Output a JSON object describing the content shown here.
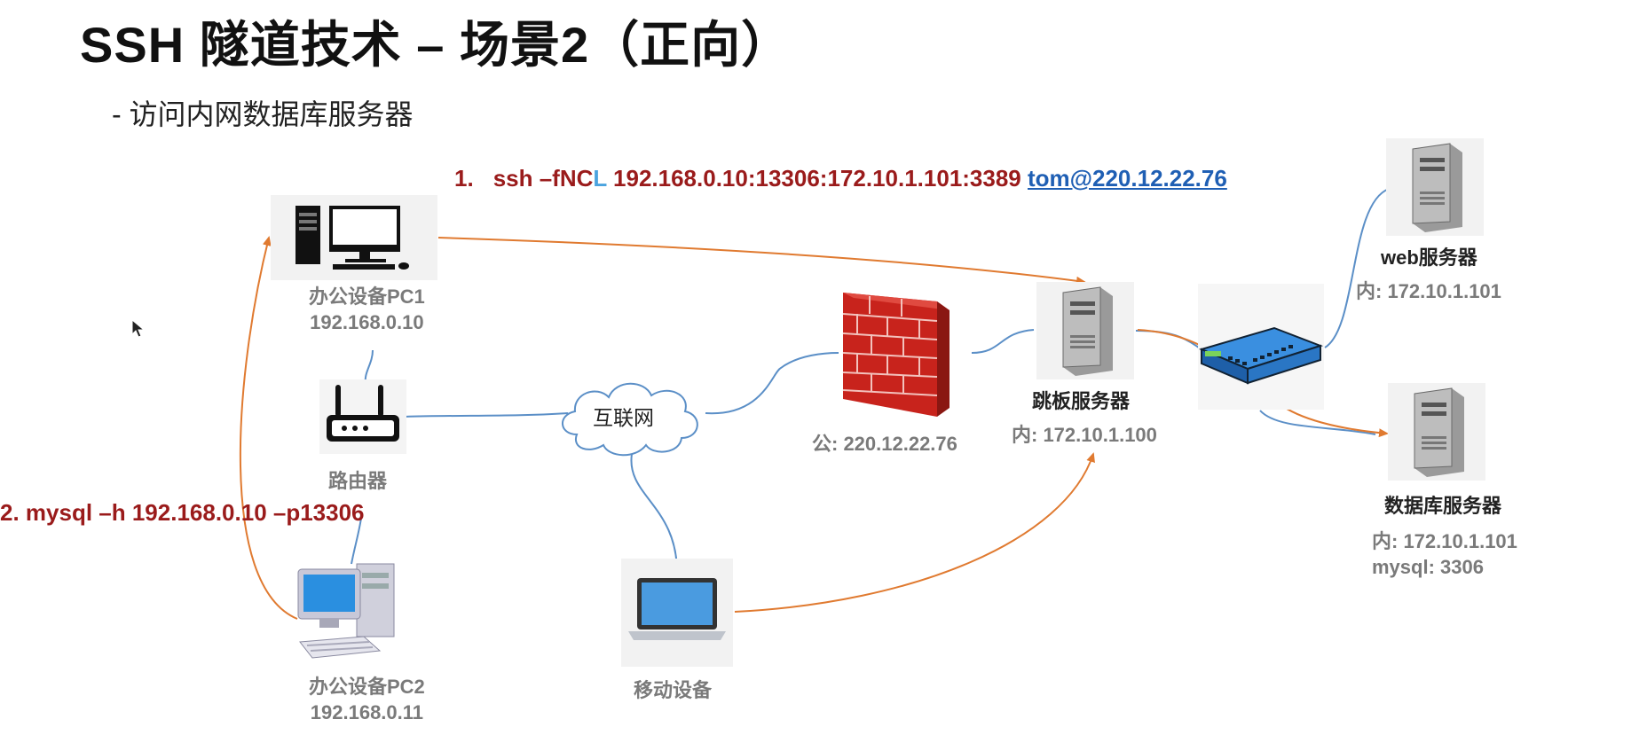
{
  "slide": {
    "title": "SSH 隧道技术 – 场景2（正向）",
    "subtitle": "- 访问内网数据库服务器"
  },
  "commands": {
    "step1_number": "1.",
    "step1_prefix": "ssh –fNC",
    "step1_flag": "L",
    "step1_forward": " 192.168.0.10:13306:172.10.1.101:3389 ",
    "step1_target": "tom@220.12.22.76",
    "step2": "2. mysql –h 192.168.0.10 –p13306"
  },
  "nodes": {
    "pc1": {
      "name": "办公设备PC1",
      "ip": "192.168.0.10",
      "icon": "desktop-computer-icon"
    },
    "router": {
      "name": "路由器",
      "icon": "router-icon"
    },
    "pc2": {
      "name": "办公设备PC2",
      "ip": "192.168.0.11",
      "icon": "desktop-pc-icon"
    },
    "internet": {
      "name": "互联网",
      "icon": "cloud-icon"
    },
    "mobile": {
      "name": "移动设备",
      "icon": "laptop-icon"
    },
    "firewall": {
      "public_ip": "公: 220.12.22.76",
      "icon": "firewall-icon"
    },
    "jump": {
      "name": "跳板服务器",
      "inner_ip": "内: 172.10.1.100",
      "icon": "server-icon"
    },
    "switch": {
      "icon": "network-switch-icon"
    },
    "web": {
      "name": "web服务器",
      "inner_ip": "内: 172.10.1.101",
      "icon": "server-icon"
    },
    "db": {
      "name": "数据库服务器",
      "inner_ip": "内: 172.10.1.101",
      "port": "mysql: 3306",
      "icon": "server-icon"
    }
  },
  "colors": {
    "command_red": "#9a1b1b",
    "link_blue": "#1f5fb4",
    "flag_blue": "#4aa3df",
    "tunnel_orange": "#e07a30",
    "cable_blue": "#5b8fc7",
    "label_gray": "#7a7a7a"
  }
}
